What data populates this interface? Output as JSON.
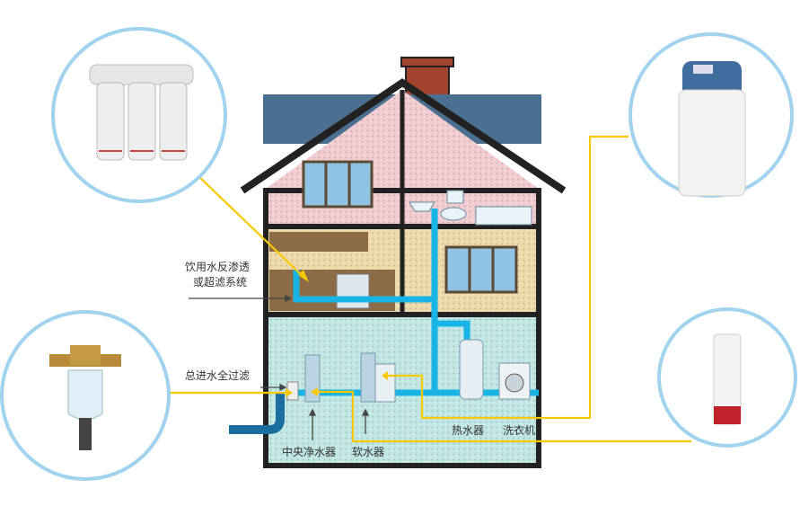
{
  "labels": {
    "ro_system_line1": "饮用水反渗透",
    "ro_system_line2": "或超滤系统",
    "pre_filter": "总进水全过滤",
    "central_purifier": "中央净水器",
    "softener": "软水器",
    "water_heater": "热水器",
    "washing_machine": "洗衣机"
  },
  "colors": {
    "connector": "#f5c800",
    "pipe": "#19b4e6",
    "inlet_pipe": "#1a6fa0",
    "circle_border": "#9fd3ee",
    "attic": "#f1cbd0",
    "middle_floor": "#ecd8a9",
    "basement": "#bfe6e3"
  }
}
